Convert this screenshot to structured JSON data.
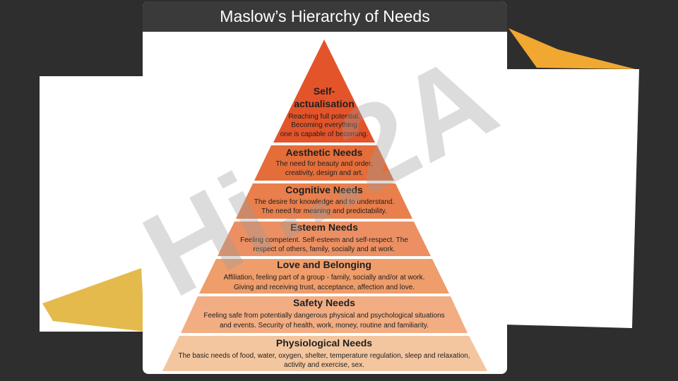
{
  "title": "Maslow’s Hierarchy of Needs",
  "watermark_text": "Hi...2A",
  "colors": {
    "background": "#2e2e2e",
    "header": "#3a3a3a",
    "tiers": [
      "#f4c69f",
      "#f2ad83",
      "#ee9d6b",
      "#ec9063",
      "#e97f4c",
      "#e46d3a",
      "#e3542a"
    ]
  },
  "tiers": [
    {
      "title": "Self-",
      "title2": "actualisation",
      "lines": [
        "Reaching full potential.",
        "Becoming everything",
        "one is capable of becoming."
      ]
    },
    {
      "title": "Aesthetic Needs",
      "lines": [
        "The need for beauty and order,",
        "creativity, design and art."
      ]
    },
    {
      "title": "Cognitive Needs",
      "lines": [
        "The desire for knowledge and to understand.",
        "The need for meaning and predictability."
      ]
    },
    {
      "title": "Esteem Needs",
      "lines": [
        "Feeling competent.  Self-esteem and self-respect.  The",
        "respect of others, family, socially and at work."
      ]
    },
    {
      "title": "Love and Belonging",
      "lines": [
        "Affiliation, feeling part of a group - family, socially and/or at work.",
        "Giving and receiving trust, acceptance, affection and love."
      ]
    },
    {
      "title": "Safety Needs",
      "lines": [
        "Feeling safe from potentially dangerous physical and psychological situations",
        "and events.  Security of health, work, money, routine and familiarity."
      ]
    },
    {
      "title": "Physiological Needs",
      "lines": [
        "The basic needs of food, water, oxygen, shelter, temperature regulation, sleep and relaxation,",
        "activity and exercise, sex."
      ]
    }
  ]
}
